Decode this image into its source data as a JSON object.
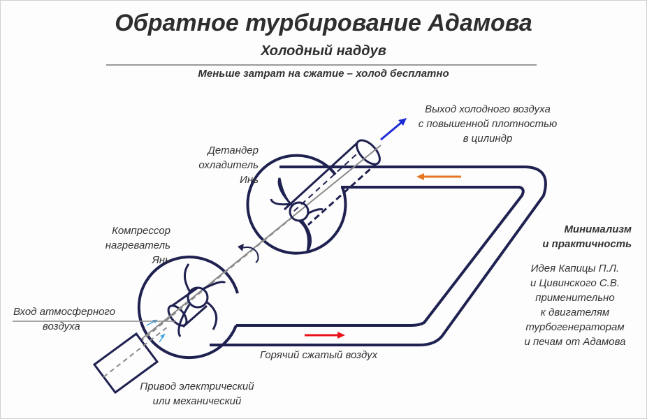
{
  "header": {
    "title": "Обратное турбирование Адамова",
    "subtitle": "Холодный наддув",
    "tagline": "Меньше затрат на сжатие – холод бесплатно"
  },
  "labels": {
    "outlet": [
      "Выход холодного воздуха",
      "с повышенной плотностью",
      "в цилиндр"
    ],
    "expander": [
      "Детандер",
      "охладитель",
      "Инь"
    ],
    "compressor": [
      "Компрессор",
      "нагреватель",
      "Янь"
    ],
    "inlet": [
      "Вход атмосферного",
      "воздуха"
    ],
    "drive": [
      "Привод электрический",
      "или механический"
    ],
    "hot_air": "Горячий сжатый воздух",
    "sidebar_title": [
      "Минимализм",
      "и практичность"
    ],
    "sidebar_text": [
      "Идея Капицы П.Л.",
      "и Цивинского С.В.",
      "применительно",
      "к двигателям",
      "турбогенераторам",
      "и печам от Адамова"
    ]
  },
  "colors": {
    "outline": "#1f2150",
    "shaft": "#8a8a8a",
    "cold_arrow": "#1d2bd4",
    "flow_arrow_top": "#e87722",
    "flow_arrow_bottom": "#e8121b",
    "intake_arrows": "#3aa0e0"
  }
}
